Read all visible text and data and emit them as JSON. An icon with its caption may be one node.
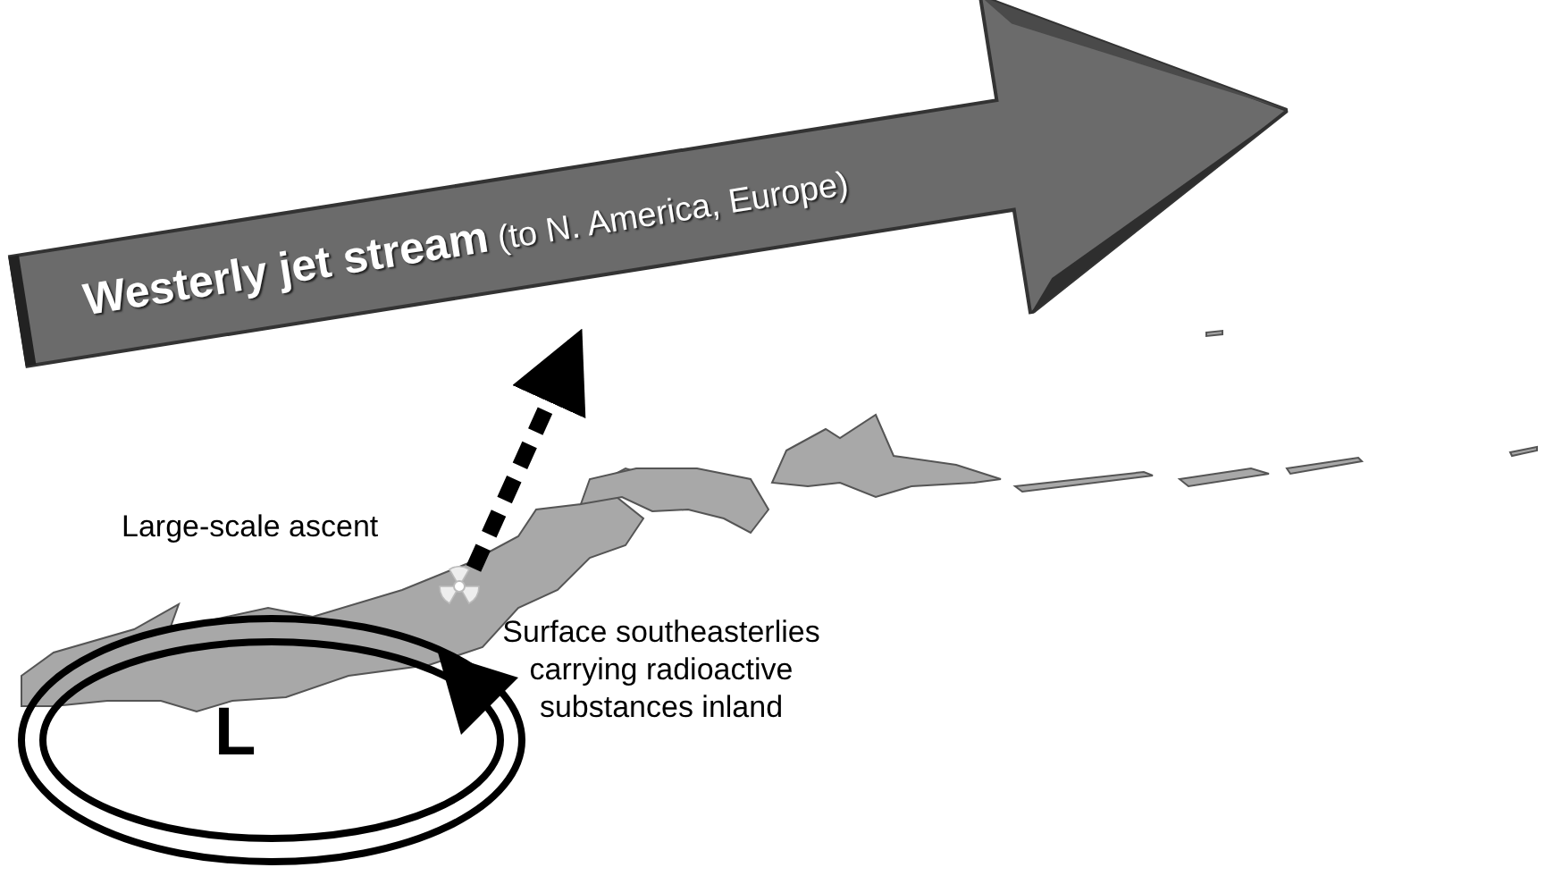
{
  "diagram": {
    "nodes": [
      {
        "text": [
          "**Westerly jet stream** (to N. America, Europe)"
        ]
      },
      {
        "text": [],
        "shape": "picture"
      },
      {
        "text": [
          "L"
        ]
      }
    ],
    "edges": [
      {
        "from": 1,
        "to": 0,
        "arrow": "to",
        "style": "dashed"
      }
    ],
    "labels": [
      "Large-scale ascent",
      "Surface southeasterlies carrying radioactive substances inland"
    ]
  }
}
